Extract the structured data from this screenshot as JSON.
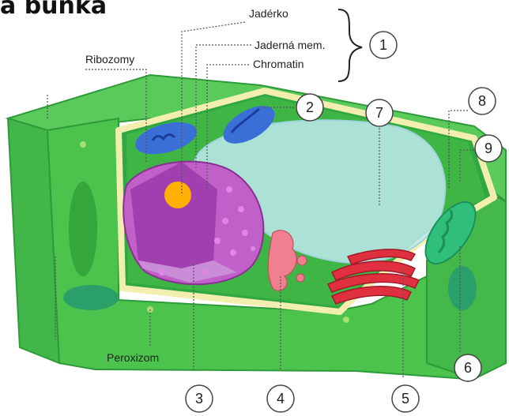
{
  "title": "á buňka",
  "labels": {
    "jaderko": "Jadérko",
    "jaderna_mem": "Jaderná mem.",
    "chromatin": "Chromatin",
    "ribozomy": "Ribozomy",
    "peroxizom": "Peroxizom"
  },
  "numbers": [
    "1",
    "2",
    "3",
    "4",
    "5",
    "6",
    "7",
    "8",
    "9"
  ],
  "colors": {
    "cell_wall": "#4cc34c",
    "membrane": "#f2eeb0",
    "cytoplasm": "#3fb546",
    "vacuole": "#bfe9ee",
    "nucleus": "#c060c8",
    "nucleolus": "#ffb000",
    "chloroplast": "#3b6fd8",
    "mitochondrion": "#2fbf7a",
    "golgi": "#e03040",
    "er": "#f08090"
  }
}
